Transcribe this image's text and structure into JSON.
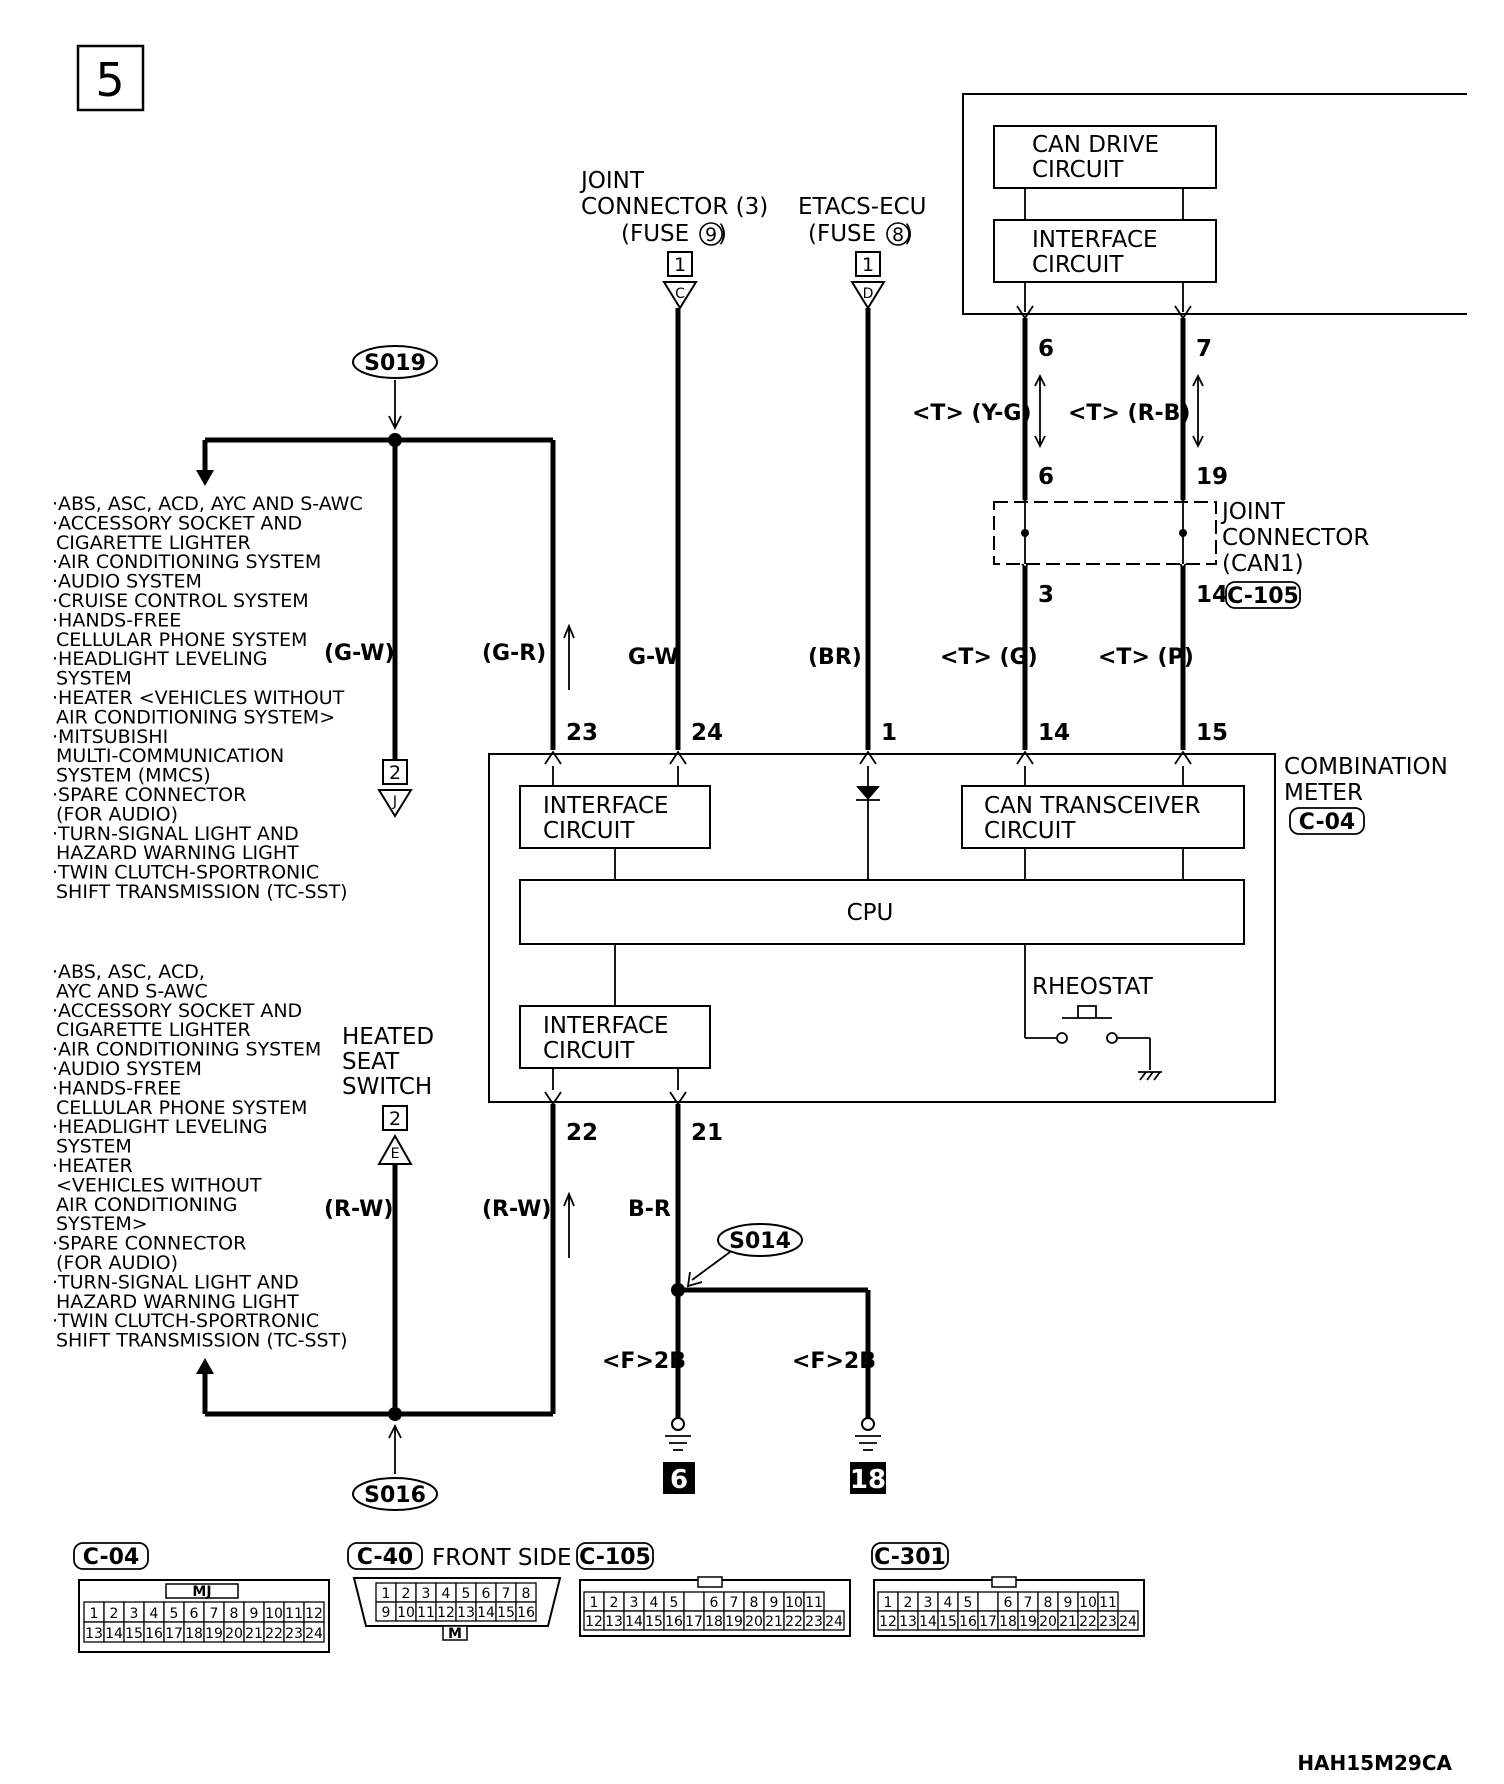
{
  "page_number": "5",
  "top_connectors": {
    "joint_connector_3": [
      "JOINT",
      "CONNECTOR (3)",
      "(FUSE",
      "9",
      ")"
    ],
    "etacs_ecu": [
      "ETACS-ECU",
      "(FUSE",
      "8",
      ")"
    ],
    "joint_box_ref": "1",
    "joint_pin_C": "C",
    "etacs_box_ref": "1",
    "etacs_pin_D": "D"
  },
  "top_right_box": {
    "can_drive": [
      "CAN DRIVE",
      "CIRCUIT"
    ],
    "interface": [
      "INTERFACE",
      "CIRCUIT"
    ]
  },
  "can_section": {
    "pin_6_top": "6",
    "pin_7_top": "7",
    "wire_left": "<T> (Y-G)",
    "wire_right": "<T> (R-B)",
    "pin_6_mid": "6",
    "pin_19_mid": "19",
    "joint_connector_label": [
      "JOINT",
      "CONNECTOR",
      "(CAN1)"
    ],
    "pin_3": "3",
    "pin_14": "14",
    "connector_c105": "C-105",
    "wire_g": "<T> (G)",
    "wire_p": "<T> (P)"
  },
  "splices": {
    "s019": "S019",
    "s016": "S016",
    "s014": "S014"
  },
  "upper_wires": {
    "g_w_left": "(G-W)",
    "g_r": "(G-R)",
    "g_w": "G-W",
    "br": "(BR)"
  },
  "upper_pins": {
    "p23": "23",
    "p24": "24",
    "p1": "1",
    "p14": "14",
    "p15": "15"
  },
  "upper_list": [
    "·ABS, ASC, ACD, AYC AND S-AWC",
    "·ACCESSORY SOCKET AND",
    " CIGARETTE LIGHTER",
    "·AIR CONDITIONING SYSTEM",
    "·AUDIO SYSTEM",
    "·CRUISE CONTROL SYSTEM",
    "·HANDS-FREE",
    " CELLULAR PHONE SYSTEM",
    "·HEADLIGHT LEVELING",
    " SYSTEM",
    "·HEATER <VEHICLES WITHOUT",
    " AIR CONDITIONING SYSTEM>",
    "·MITSUBISHI",
    " MULTI-COMMUNICATION",
    " SYSTEM (MMCS)",
    "·SPARE CONNECTOR",
    " (FOR AUDIO)",
    "·TURN-SIGNAL LIGHT AND",
    " HAZARD WARNING LIGHT",
    "·TWIN CLUTCH-SPORTRONIC",
    " SHIFT TRANSMISSION (TC-SST)"
  ],
  "upper_ref": {
    "box": "2",
    "letter": "J"
  },
  "meter": {
    "title": [
      "COMBINATION",
      "METER"
    ],
    "connector": "C-04",
    "interface_upper": [
      "INTERFACE",
      "CIRCUIT"
    ],
    "can_transceiver": [
      "CAN TRANSCEIVER",
      "CIRCUIT"
    ],
    "cpu": "CPU",
    "rheostat": "RHEOSTAT",
    "interface_lower": [
      "INTERFACE",
      "CIRCUIT"
    ]
  },
  "lower_pins": {
    "p22": "22",
    "p21": "21"
  },
  "lower_wires": {
    "r_w_left": "(R-W)",
    "r_w": "(R-W)",
    "b_r": "B-R",
    "f2b_left": "<F>2B",
    "f2b_right": "<F>2B"
  },
  "heated_seat": {
    "label": [
      "HEATED",
      "SEAT",
      "SWITCH"
    ],
    "box": "2",
    "letter": "E"
  },
  "lower_list": [
    "·ABS, ASC, ACD,",
    " AYC AND S-AWC",
    "·ACCESSORY SOCKET AND",
    " CIGARETTE LIGHTER",
    "·AIR CONDITIONING SYSTEM",
    "·AUDIO SYSTEM",
    "·HANDS-FREE",
    " CELLULAR PHONE SYSTEM",
    "·HEADLIGHT LEVELING",
    " SYSTEM",
    "·HEATER",
    " <VEHICLES WITHOUT",
    " AIR CONDITIONING",
    " SYSTEM>",
    "·SPARE CONNECTOR",
    " (FOR AUDIO)",
    "·TURN-SIGNAL LIGHT AND",
    " HAZARD WARNING LIGHT",
    "·TWIN CLUTCH-SPORTRONIC",
    " SHIFT TRANSMISSION (TC-SST)"
  ],
  "grounds": [
    "6",
    "18"
  ],
  "connector_views": {
    "c04": {
      "name": "C-04",
      "tag": "MJ",
      "row1": [
        "1",
        "2",
        "3",
        "4",
        "5",
        "6",
        "7",
        "8",
        "9",
        "10",
        "11",
        "12"
      ],
      "row2": [
        "13",
        "14",
        "15",
        "16",
        "17",
        "18",
        "19",
        "20",
        "21",
        "22",
        "23",
        "24"
      ]
    },
    "c40": {
      "name": "C-40",
      "note": "FRONT SIDE",
      "tag": "M",
      "row1": [
        "1",
        "2",
        "3",
        "4",
        "5",
        "6",
        "7",
        "8"
      ],
      "row2": [
        "9",
        "10",
        "11",
        "12",
        "13",
        "14",
        "15",
        "16"
      ]
    },
    "c105": {
      "name": "C-105",
      "row1": [
        "1",
        "2",
        "3",
        "4",
        "5",
        "",
        "6",
        "7",
        "8",
        "9",
        "10",
        "11"
      ],
      "row2": [
        "12",
        "13",
        "14",
        "15",
        "16",
        "17",
        "18",
        "19",
        "20",
        "21",
        "22",
        "23",
        "24"
      ]
    },
    "c301": {
      "name": "C-301",
      "row1": [
        "1",
        "2",
        "3",
        "4",
        "5",
        "",
        "6",
        "7",
        "8",
        "9",
        "10",
        "11"
      ],
      "row2": [
        "12",
        "13",
        "14",
        "15",
        "16",
        "17",
        "18",
        "19",
        "20",
        "21",
        "22",
        "23",
        "24"
      ]
    }
  },
  "drawing_code": "HAH15M29CA"
}
